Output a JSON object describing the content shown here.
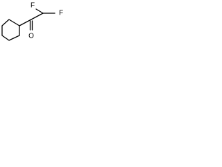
{
  "molecule": {
    "atoms": {
      "fluorine_1": "F",
      "fluorine_2": "F",
      "oxygen": "O"
    },
    "colors": {
      "bond": "#000000",
      "label": "#000000",
      "background": "#ffffff"
    }
  }
}
